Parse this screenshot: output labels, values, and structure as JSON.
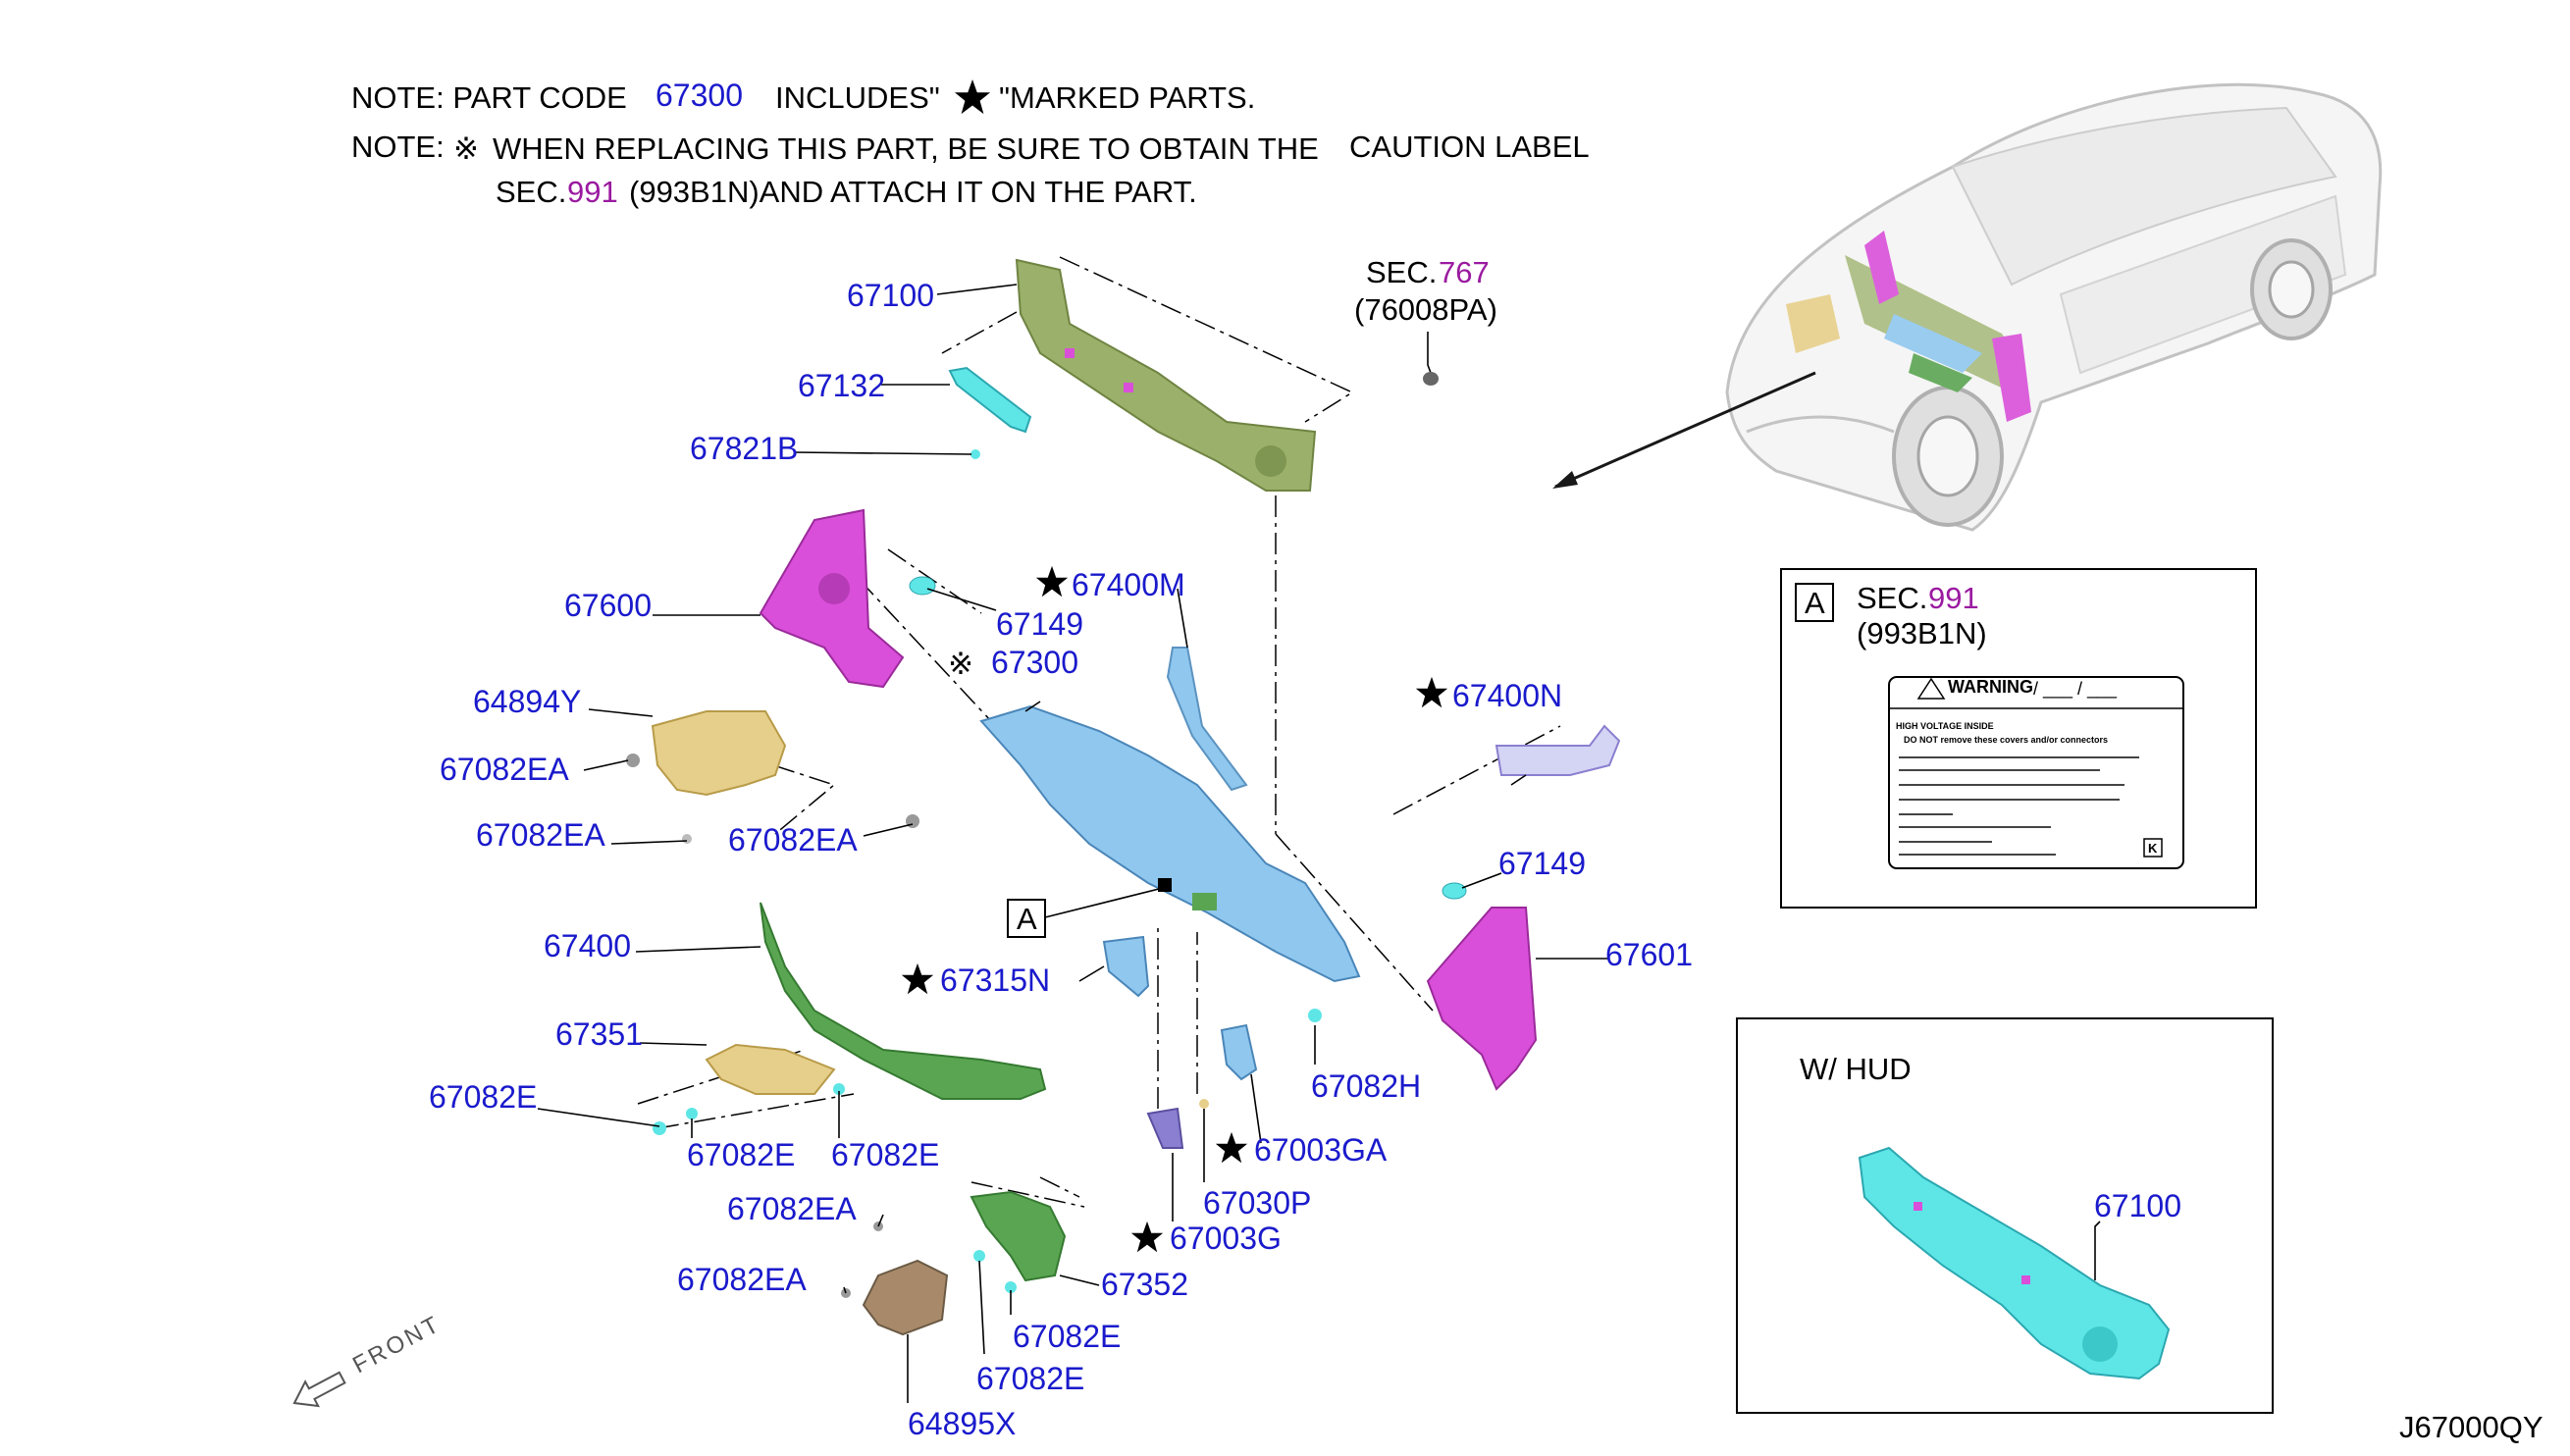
{
  "notes": {
    "line1_prefix": "NOTE: PART CODE",
    "line1_code": "67300",
    "line1_mid": "INCLUDES\"",
    "line1_suffix": "\"MARKED PARTS.",
    "line2_prefix": "NOTE:",
    "line2_symbol": "※",
    "line2_text": "WHEN REPLACING THIS PART, BE SURE TO OBTAIN THE",
    "line2_end": "CAUTION LABEL",
    "line3_sec": "SEC.",
    "line3_num": "991",
    "line3_rest": "(993B1N)AND ATTACH IT ON THE PART."
  },
  "sec_ref": {
    "sec": "SEC.",
    "num": "767",
    "code": "(76008PA)"
  },
  "parts": {
    "p67100": "67100",
    "p67132": "67132",
    "p67821B": "67821B",
    "p67600": "67600",
    "p67149a": "67149",
    "p67400M": "67400M",
    "p67300": "67300",
    "p64894Y": "64894Y",
    "p67082EA_1": "67082EA",
    "p67082EA_2": "67082EA",
    "p67082EA_3": "67082EA",
    "p67400N": "67400N",
    "p67149b": "67149",
    "p67601": "67601",
    "p67400": "67400",
    "p67315N": "67315N",
    "p67351": "67351",
    "p67082E_1": "67082E",
    "p67082E_2": "67082E",
    "p67082E_3": "67082E",
    "p67082H": "67082H",
    "p67003GA": "67003GA",
    "p67030P": "67030P",
    "p67003G": "67003G",
    "p67082EA_4": "67082EA",
    "p67082EA_5": "67082EA",
    "p67352": "67352",
    "p67082E_4": "67082E",
    "p67082E_5": "67082E",
    "p64895X": "64895X"
  },
  "callout_a": "A",
  "label_box": {
    "tag": "A",
    "sec": "SEC.",
    "num": "991",
    "code": "(993B1N)",
    "warning": "WARNING",
    "line1": "HIGH VOLTAGE INSIDE",
    "line2": "DO NOT remove these covers and/or connectors",
    "k": "K"
  },
  "hud_box": {
    "title": "W/ HUD",
    "part": "67100"
  },
  "front_label": "FRONT",
  "diagram_code": "J67000QY",
  "colors": {
    "part_text": "#1a1acc",
    "sec_num": "#9a1aa0",
    "olive": "#9bb06a",
    "magenta": "#d94fd9",
    "light_blue": "#8fc7ee",
    "cyan": "#5ee6e6",
    "tan": "#e6cf8a",
    "green": "#5aa552",
    "purple": "#8a7fd0"
  },
  "icons": [
    "star-icon",
    "reference-mark-icon",
    "front-arrow-icon",
    "direction-arrow-icon"
  ]
}
